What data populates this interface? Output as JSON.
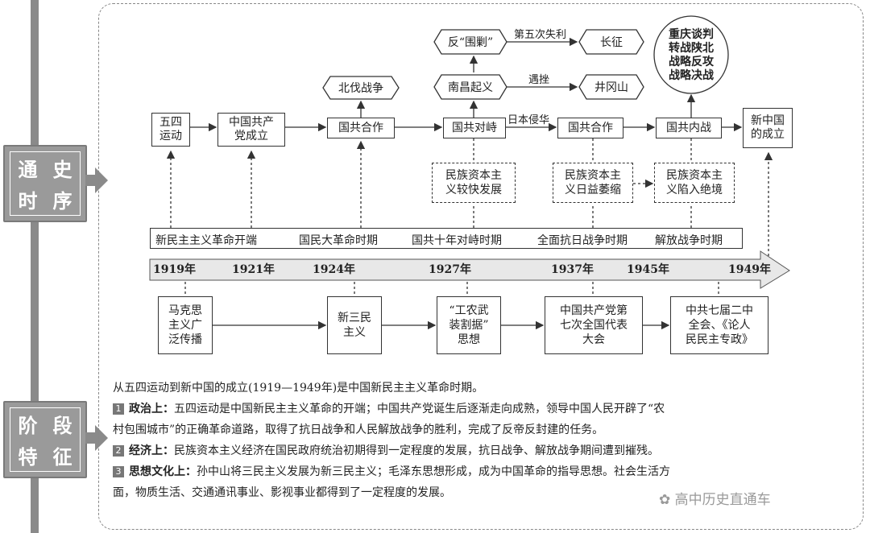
{
  "side": {
    "top": [
      "通",
      "史",
      "时",
      "序"
    ],
    "bottom": [
      "阶",
      "段",
      "特",
      "征"
    ]
  },
  "top_row": {
    "n1": "五四\n运动",
    "n2": "中国共产\n党成立",
    "n3": "国共合作",
    "n4": "国共对峙",
    "n5": "国共合作",
    "n6": "国共内战",
    "n7": "新中国\n的成立"
  },
  "branches": {
    "beifa": "北伐战争",
    "fanweijiao": "反“围剿”",
    "changzheng": "长征",
    "nanchang": "南昌起义",
    "jinggangshan": "井冈山",
    "shibai": "第五次失利",
    "cuozhe": "遇挫",
    "riben": "日本侵华",
    "oval": "重庆谈判\n转战陕北\n战略反攻\n战略决战"
  },
  "econ": {
    "e1": "民族资本主\n义较快发展",
    "e2": "民族资本主\n义日益萎缩",
    "e3": "民族资本主\n义陷入绝境"
  },
  "periods": [
    "新民主主义革命开端",
    "国民大革命时期",
    "国共十年对峙时期",
    "全面抗日战争时期",
    "解放战争时期"
  ],
  "years": [
    "1919年",
    "1921年",
    "1924年",
    "1927年",
    "1937年",
    "1945年",
    "1949年"
  ],
  "ideas": {
    "i1": "马克思\n主义广\n泛传播",
    "i2": "新三民\n主义",
    "i3": "“工农武\n装割据”\n思想",
    "i4": "中国共产党第\n七次全国代表\n大会",
    "i5": "中共七届二中\n全会、《论人\n民民主专政》"
  },
  "text": {
    "intro": "从五四运动到新中国的成立(1919—1949年)是中国新民主主义革命时期。",
    "p1_num": "1",
    "p1_head": "政治上：",
    "p1_a": "五四运动是中国新民主主义革命的开端；中国共产党诞生后逐渐走向成熟，领导中国人民开辟了“农",
    "p1_b": "村包围城市”的正确革命道路，取得了抗日战争和人民解放战争的胜利，完成了反帝反封建的任务。",
    "p2_num": "2",
    "p2_head": "经济上：",
    "p2_a": "民族资本主义经济在国民政府统治初期得到一定程度的发展，抗日战争、解放战争期间遭到摧残。",
    "p3_num": "3",
    "p3_head": "思想文化上：",
    "p3_a": "孙中山将三民主义发展为新三民主义；毛泽东思想形成，成为中国革命的指导思想。社会生活方",
    "p3_b": "面，物质生活、交通通讯事业、影视事业都得到了一定程度的发展。"
  },
  "watermark": "高中历史直通车"
}
